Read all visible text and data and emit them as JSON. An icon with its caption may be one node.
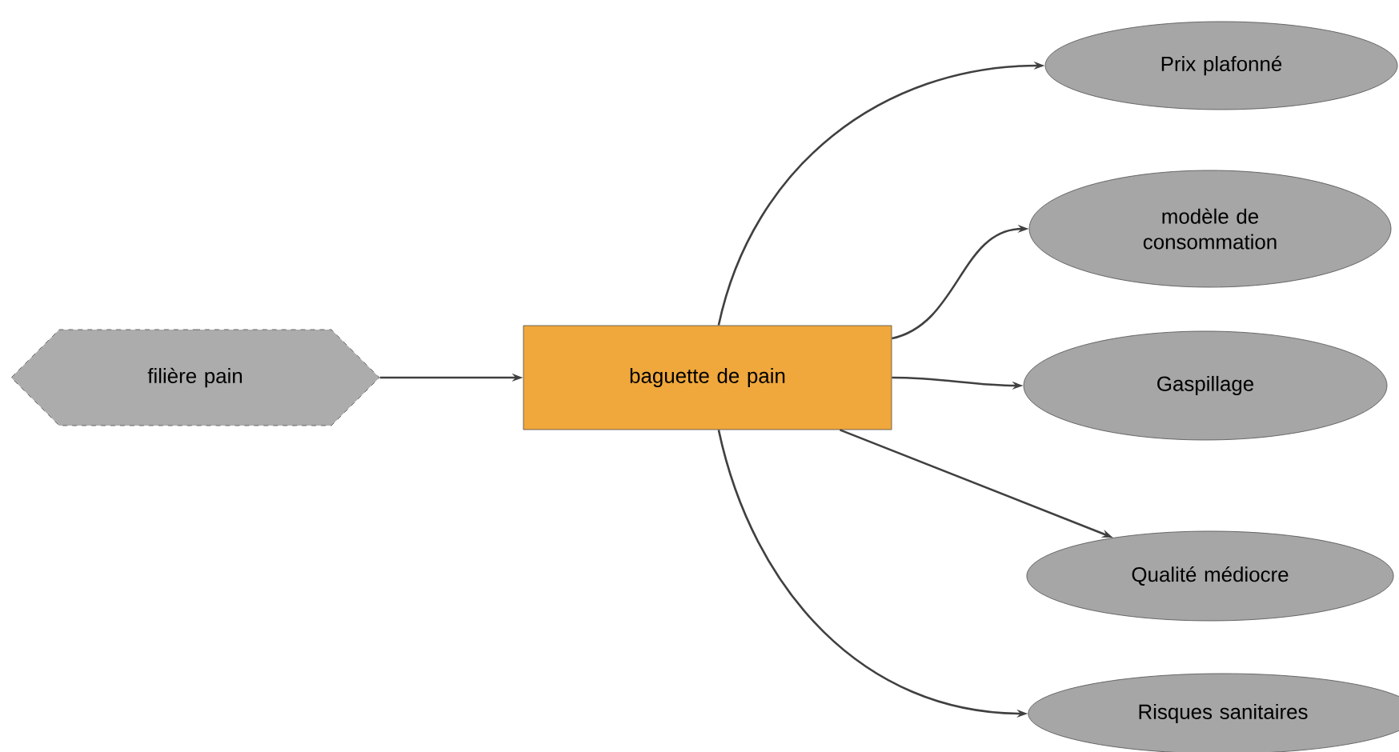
{
  "diagram": {
    "nodes": [
      {
        "text": [
          "filière pain"
        ]
      },
      {
        "text": [
          "baguette de pain"
        ]
      },
      {
        "text": [
          "Prix plafonné"
        ]
      },
      {
        "text": [
          "modèle de consommation"
        ]
      },
      {
        "text": [
          "Gaspillage"
        ]
      },
      {
        "text": [
          "Qualité médiocre"
        ]
      },
      {
        "text": [
          "Risques sanitaires"
        ]
      }
    ],
    "edges": [
      {
        "from": 0,
        "to": 1,
        "arrow": "to"
      },
      {
        "from": 1,
        "to": 2,
        "arrow": "to"
      },
      {
        "from": 1,
        "to": 3,
        "arrow": "to"
      },
      {
        "from": 1,
        "to": 4,
        "arrow": "to"
      },
      {
        "from": 1,
        "to": 5,
        "arrow": "to"
      },
      {
        "from": 1,
        "to": 6,
        "arrow": "to"
      }
    ]
  }
}
